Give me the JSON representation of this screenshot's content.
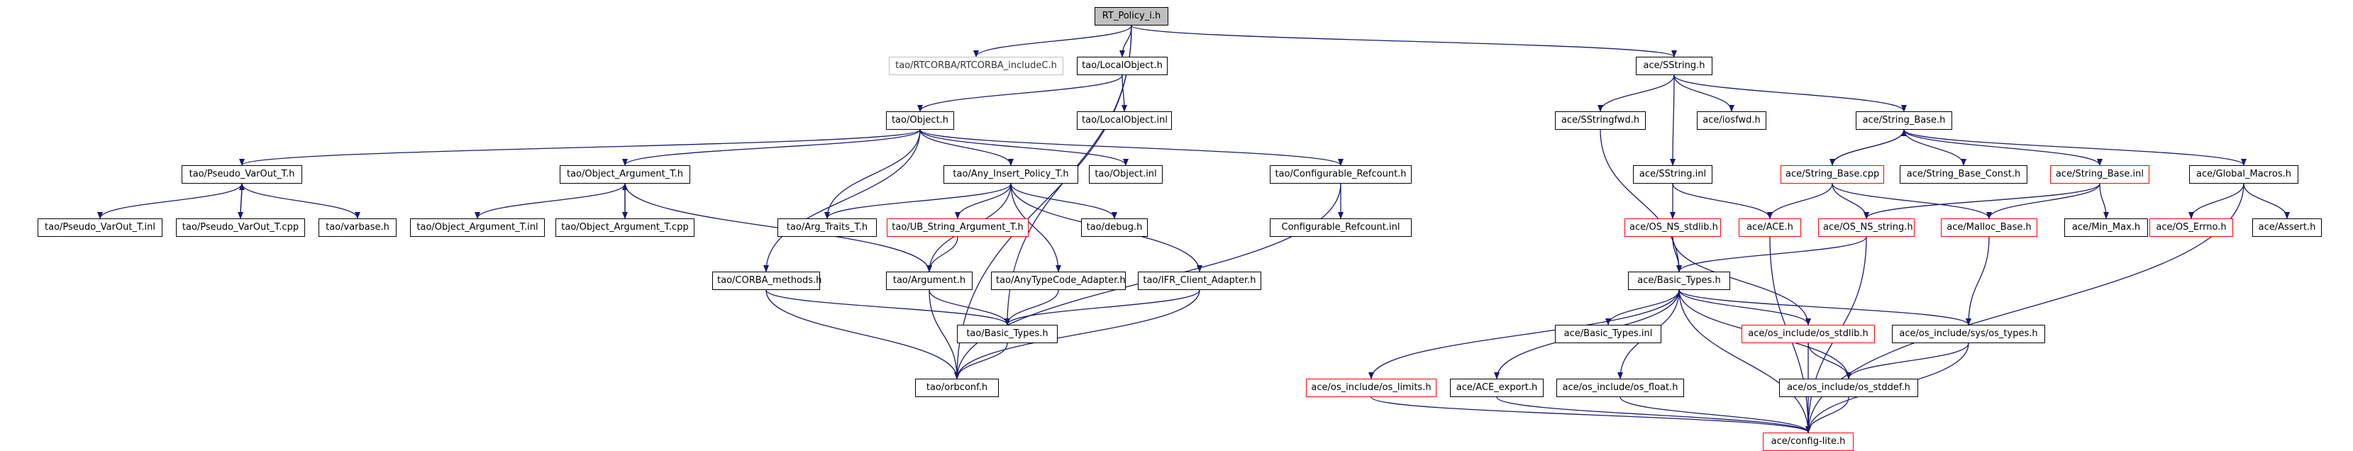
{
  "diagram": {
    "nodes": {
      "rt_policy_i_h": "RT_Policy_i.h",
      "rtcorba_includec": "tao/RTCORBA/RTCORBA_includeC.h",
      "localobject_h": "tao/LocalObject.h",
      "localobject_inl": "tao/LocalObject.inl",
      "object_h": "tao/Object.h",
      "pseudo_varout_t_h": "tao/Pseudo_VarOut_T.h",
      "pseudo_varout_t_inl": "tao/Pseudo_VarOut_T.inl",
      "pseudo_varout_t_cpp": "tao/Pseudo_VarOut_T.cpp",
      "varbase_h": "tao/varbase.h",
      "object_argument_t_h": "tao/Object_Argument_T.h",
      "object_argument_t_inl": "tao/Object_Argument_T.inl",
      "object_argument_t_cpp": "tao/Object_Argument_T.cpp",
      "any_insert_policy_t_h": "tao/Any_Insert_Policy_T.h",
      "object_inl": "tao/Object.inl",
      "configurable_refcount_h": "tao/Configurable_Refcount.h",
      "configurable_refcount_inl": "Configurable_Refcount.inl",
      "arg_traits_t_h": "tao/Arg_Traits_T.h",
      "ub_string_argument_t_h": "tao/UB_String_Argument_T.h",
      "debug_h": "tao/debug.h",
      "corba_methods_h": "tao/CORBA_methods.h",
      "argument_h": "tao/Argument.h",
      "anytypecode_adapter_h": "tao/AnyTypeCode_Adapter.h",
      "ifr_client_adapter_h": "tao/IFR_Client_Adapter.h",
      "tao_basic_types_h": "tao/Basic_Types.h",
      "orbconf_h": "tao/orbconf.h",
      "sstring_h": "ace/SString.h",
      "sstringfwd_h": "ace/SStringfwd.h",
      "iosfwd_h": "ace/iosfwd.h",
      "string_base_h": "ace/String_Base.h",
      "sstring_inl": "ace/SString.inl",
      "string_base_cpp": "ace/String_Base.cpp",
      "string_base_const_h": "ace/String_Base_Const.h",
      "string_base_inl": "ace/String_Base.inl",
      "global_macros_h": "ace/Global_Macros.h",
      "os_ns_stdlib_h": "ace/OS_NS_stdlib.h",
      "ace_h": "ace/ACE.h",
      "os_ns_string_h": "ace/OS_NS_string.h",
      "malloc_base_h": "ace/Malloc_Base.h",
      "min_max_h": "ace/Min_Max.h",
      "os_errno_h": "ace/OS_Errno.h",
      "assert_h": "ace/Assert.h",
      "ace_basic_types_h": "ace/Basic_Types.h",
      "ace_basic_types_inl": "ace/Basic_Types.inl",
      "os_include_os_stdlib_h": "ace/os_include/os_stdlib.h",
      "os_include_sys_os_types_h": "ace/os_include/sys/os_types.h",
      "os_include_os_limits_h": "ace/os_include/os_limits.h",
      "ace_export_h": "ace/ACE_export.h",
      "os_include_os_float_h": "ace/os_include/os_float.h",
      "os_include_os_stddef_h": "ace/os_include/os_stddef.h",
      "config_lite_h": "ace/config-lite.h"
    },
    "colors": {
      "root_fill": "#bfbfbf",
      "edge": "#191970",
      "normal_border": "#000000",
      "incomplete_border": "#ff0000",
      "external_border": "#bfbfbf"
    }
  }
}
